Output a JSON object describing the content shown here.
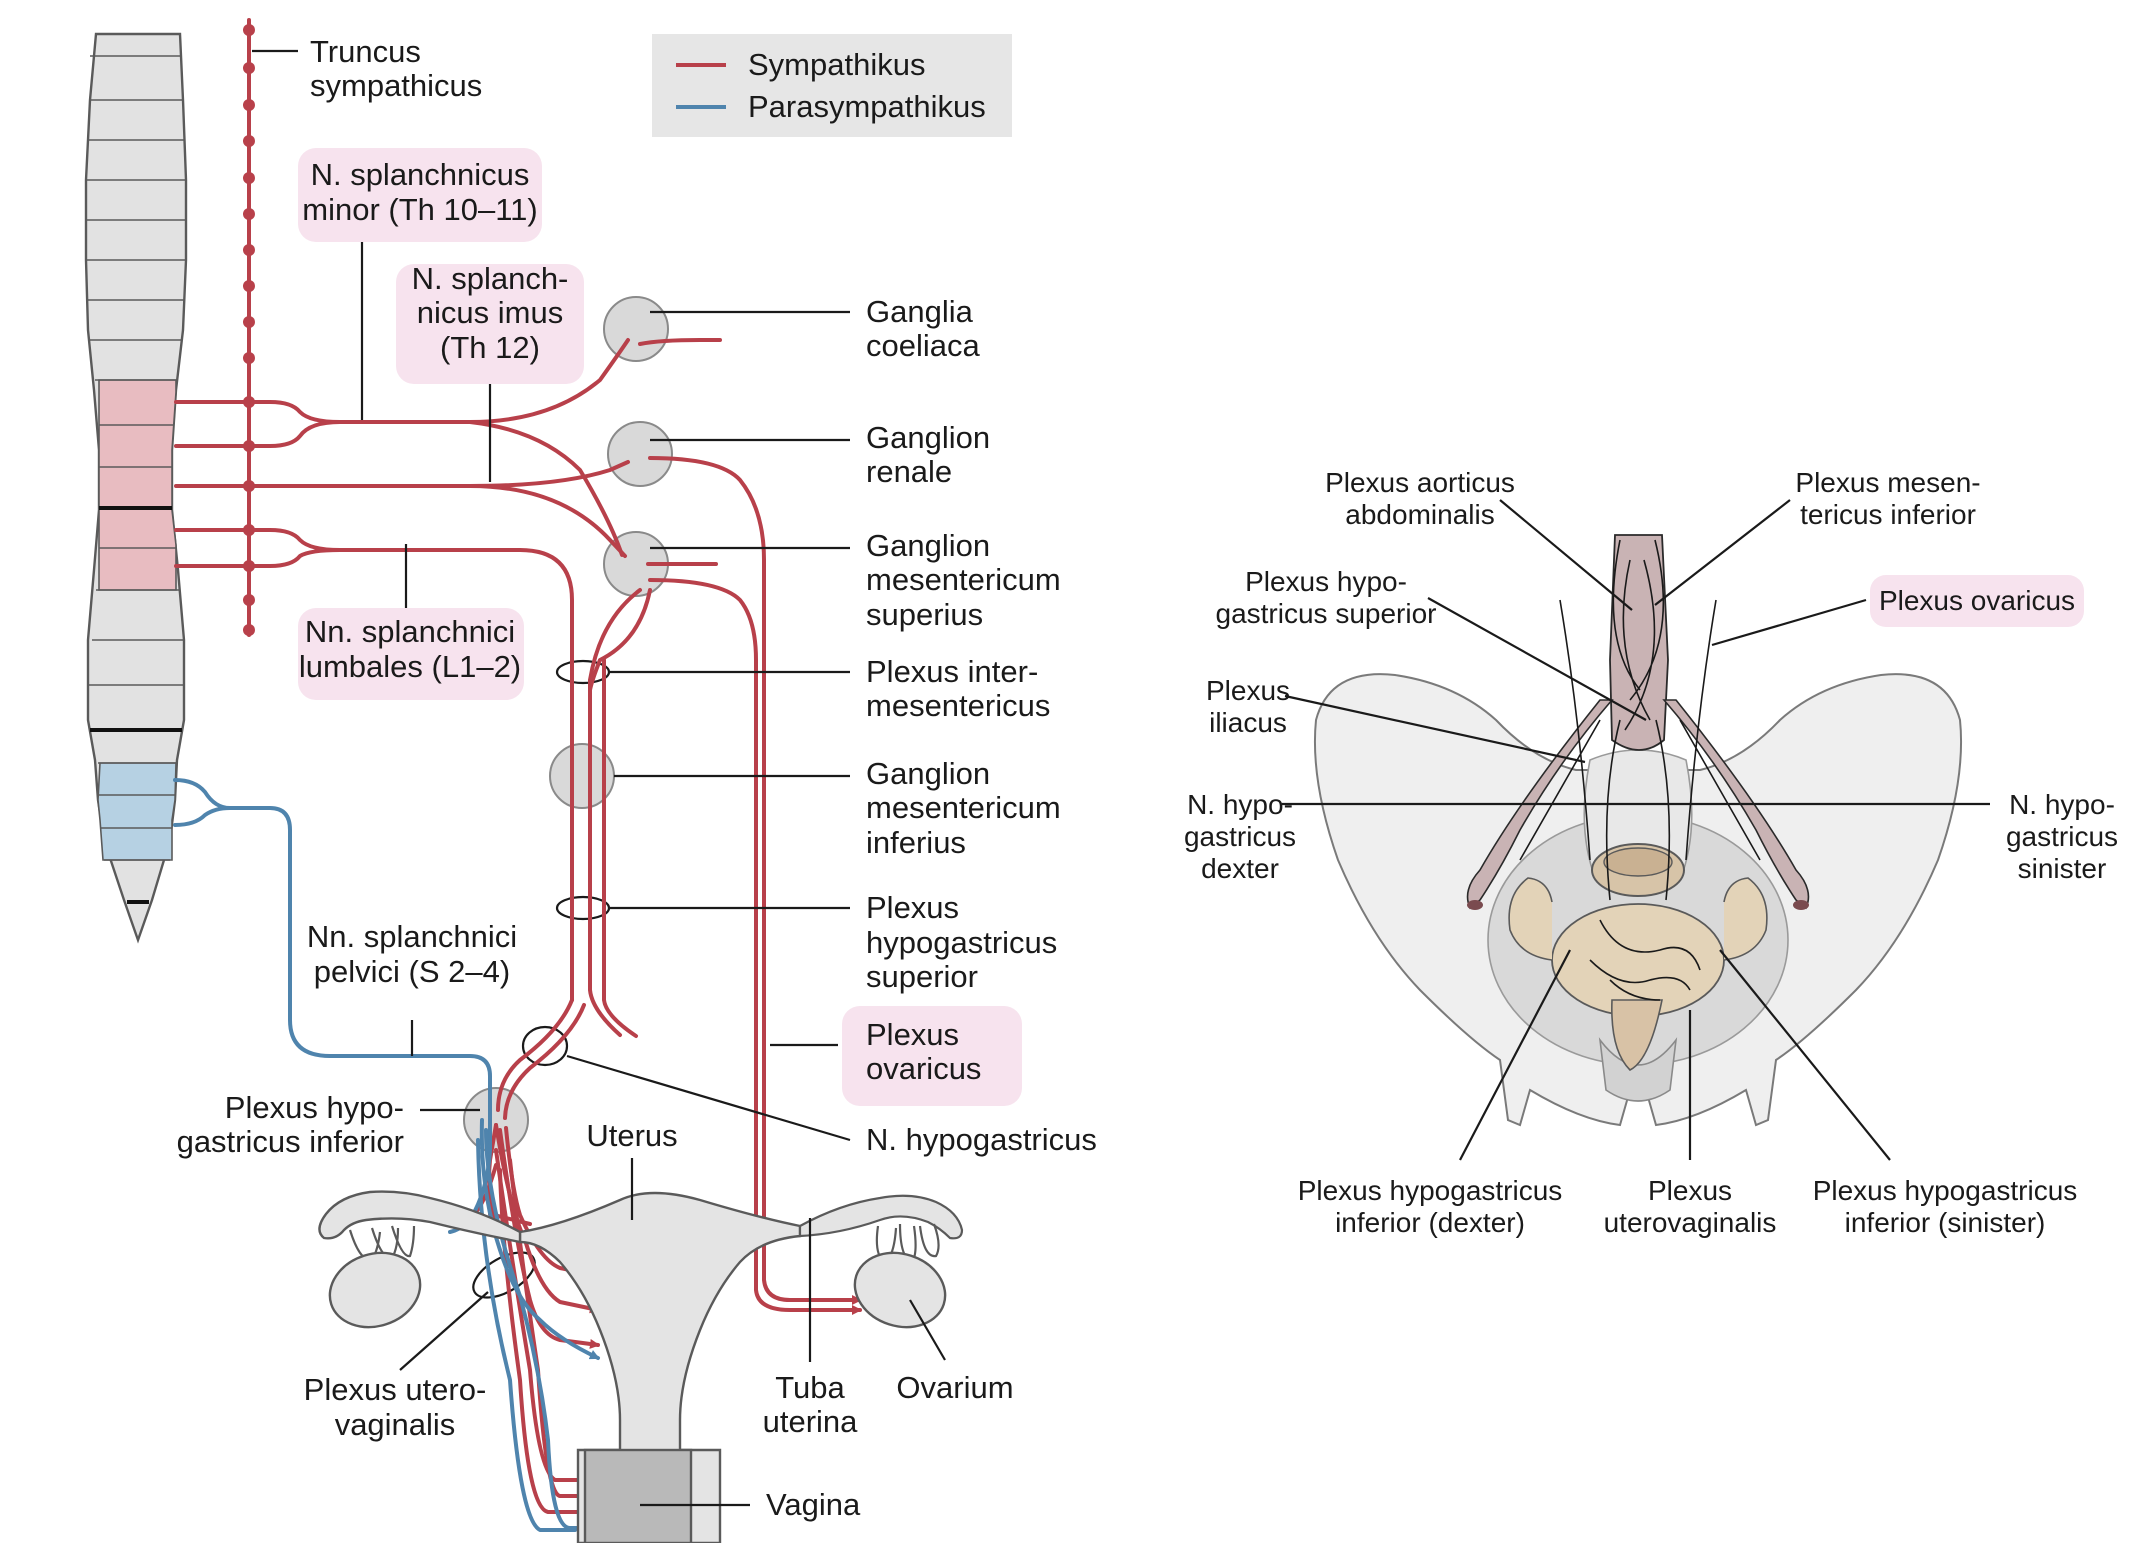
{
  "colors": {
    "sympathetic": "#b8404a",
    "parasympathetic": "#4f84ad",
    "highlight": "#f7e3ee",
    "ganglion_fill": "#d9d9d9",
    "legend_bg": "#e6e6e6",
    "thoracic_segment": "#e8bcc1",
    "sacral_segment": "#b6d1e3",
    "nerve_tissue": "#c9b3b4",
    "organ_tan": "#e3d3b8"
  },
  "legend": {
    "sympathetic_label": "Sympathikus",
    "parasympathetic_label": "Parasympathikus"
  },
  "left": {
    "truncus_1": "Truncus",
    "truncus_2": "sympathicus",
    "splanch_minor_1": "N. splanchnicus",
    "splanch_minor_2": "minor (Th 10–11)",
    "splanch_imus_1": "N. splanch-",
    "splanch_imus_2": "nicus imus",
    "splanch_imus_3": "(Th 12)",
    "lumbales_1": "Nn. splanchnici",
    "lumbales_2": "lumbales (L1–2)",
    "coeliaca_1": "Ganglia",
    "coeliaca_2": "coeliaca",
    "renale_1": "Ganglion",
    "renale_2": "renale",
    "mes_sup_1": "Ganglion",
    "mes_sup_2": "mesentericum",
    "mes_sup_3": "superius",
    "intermes_1": "Plexus inter-",
    "intermes_2": "mesentericus",
    "mes_inf_1": "Ganglion",
    "mes_inf_2": "mesentericum",
    "mes_inf_3": "inferius",
    "hypo_sup_1": "Plexus",
    "hypo_sup_2": "hypogastricus",
    "hypo_sup_3": "superior",
    "ovaricus_1": "Plexus",
    "ovaricus_2": "ovaricus",
    "n_hypogastricus": "N. hypogastricus",
    "pelvici_1": "Nn. splanchnici",
    "pelvici_2": "pelvici (S 2–4)",
    "hypo_inf_1": "Plexus hypo-",
    "hypo_inf_2": "gastricus inferior",
    "uterus": "Uterus",
    "uterovag_1": "Plexus utero-",
    "uterovag_2": "vaginalis",
    "tuba_1": "Tuba",
    "tuba_2": "uterina",
    "ovarium": "Ovarium",
    "vagina": "Vagina"
  },
  "right": {
    "aorticus_1": "Plexus aorticus",
    "aorticus_2": "abdominalis",
    "mes_inf_1": "Plexus mesen-",
    "mes_inf_2": "tericus inferior",
    "hypo_sup_1": "Plexus hypo-",
    "hypo_sup_2": "gastricus superior",
    "ovaricus": "Plexus ovaricus",
    "iliacus_1": "Plexus",
    "iliacus_2": "iliacus",
    "n_dexter_1": "N. hypo-",
    "n_dexter_2": "gastricus",
    "n_dexter_3": "dexter",
    "n_sinister_1": "N. hypo-",
    "n_sinister_2": "gastricus",
    "n_sinister_3": "sinister",
    "inf_dexter_1": "Plexus hypogastricus",
    "inf_dexter_2": "inferior (dexter)",
    "uterovag_1": "Plexus",
    "uterovag_2": "uterovaginalis",
    "inf_sinister_1": "Plexus hypogastricus",
    "inf_sinister_2": "inferior (sinister)"
  }
}
